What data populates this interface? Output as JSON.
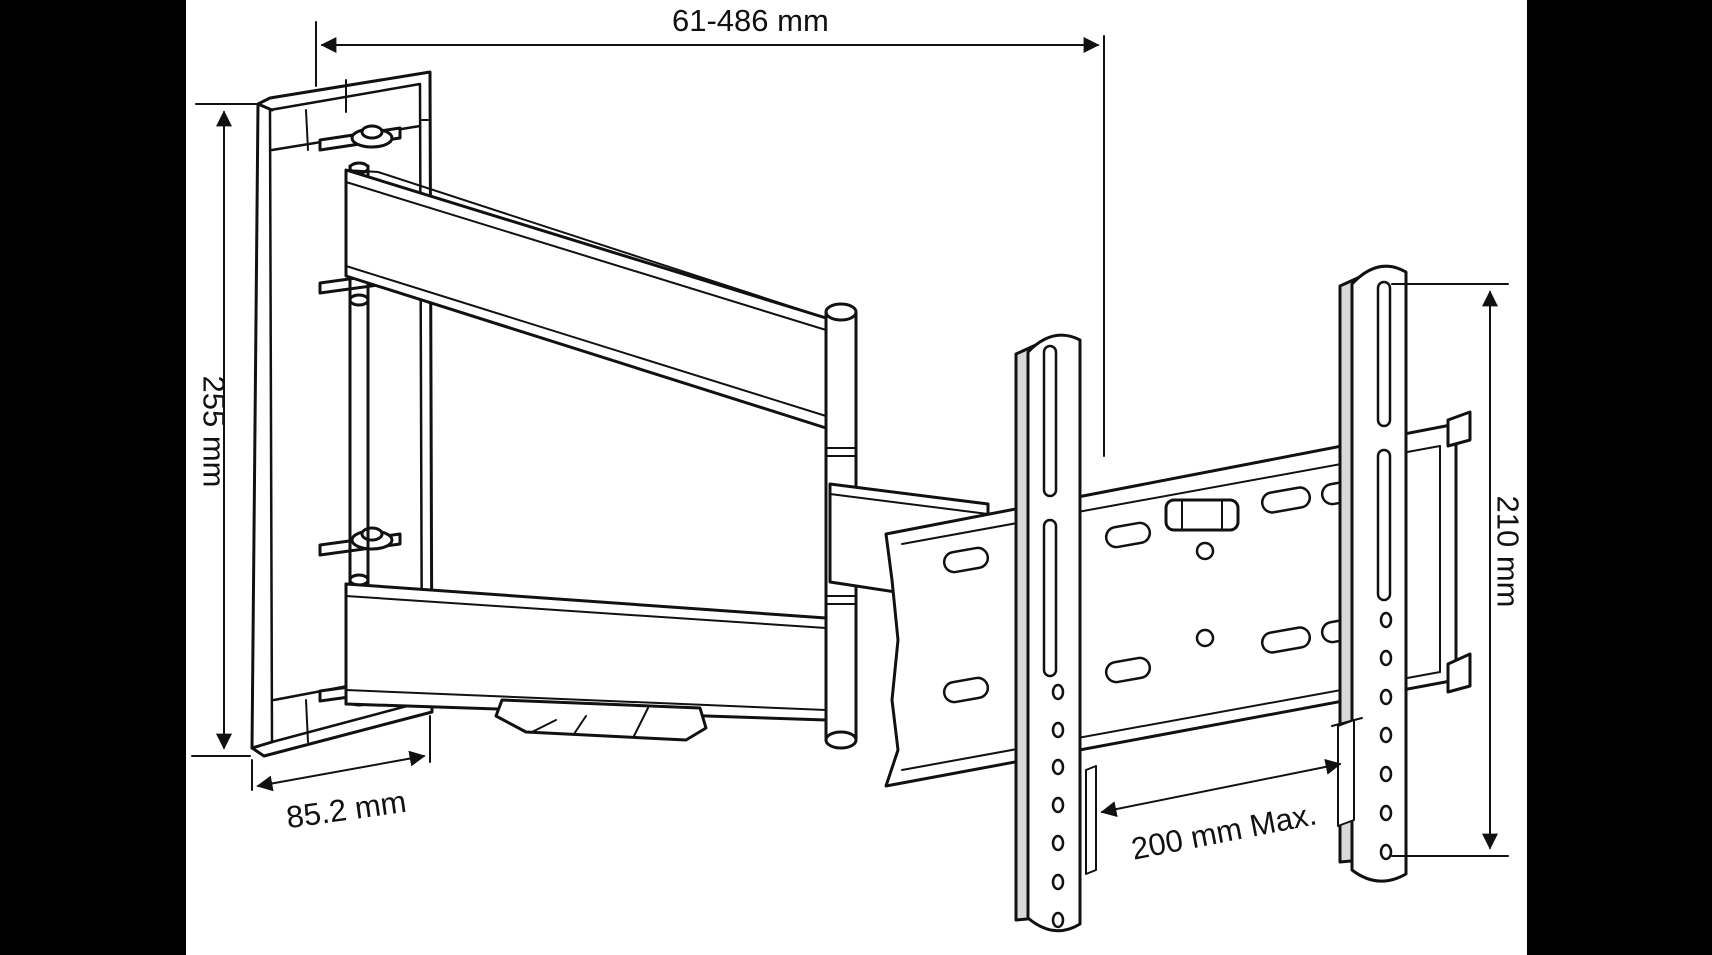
{
  "labels": {
    "width_range": "61-486 mm",
    "wall_plate_height": "255 mm",
    "wall_plate_depth": "85.2 mm",
    "vesa_horizontal": "200 mm Max.",
    "vesa_vertical": "210 mm"
  },
  "colors": {
    "background": "#000000",
    "canvas": "#ffffff",
    "line": "#111111",
    "shade": "#d9d9d9"
  }
}
